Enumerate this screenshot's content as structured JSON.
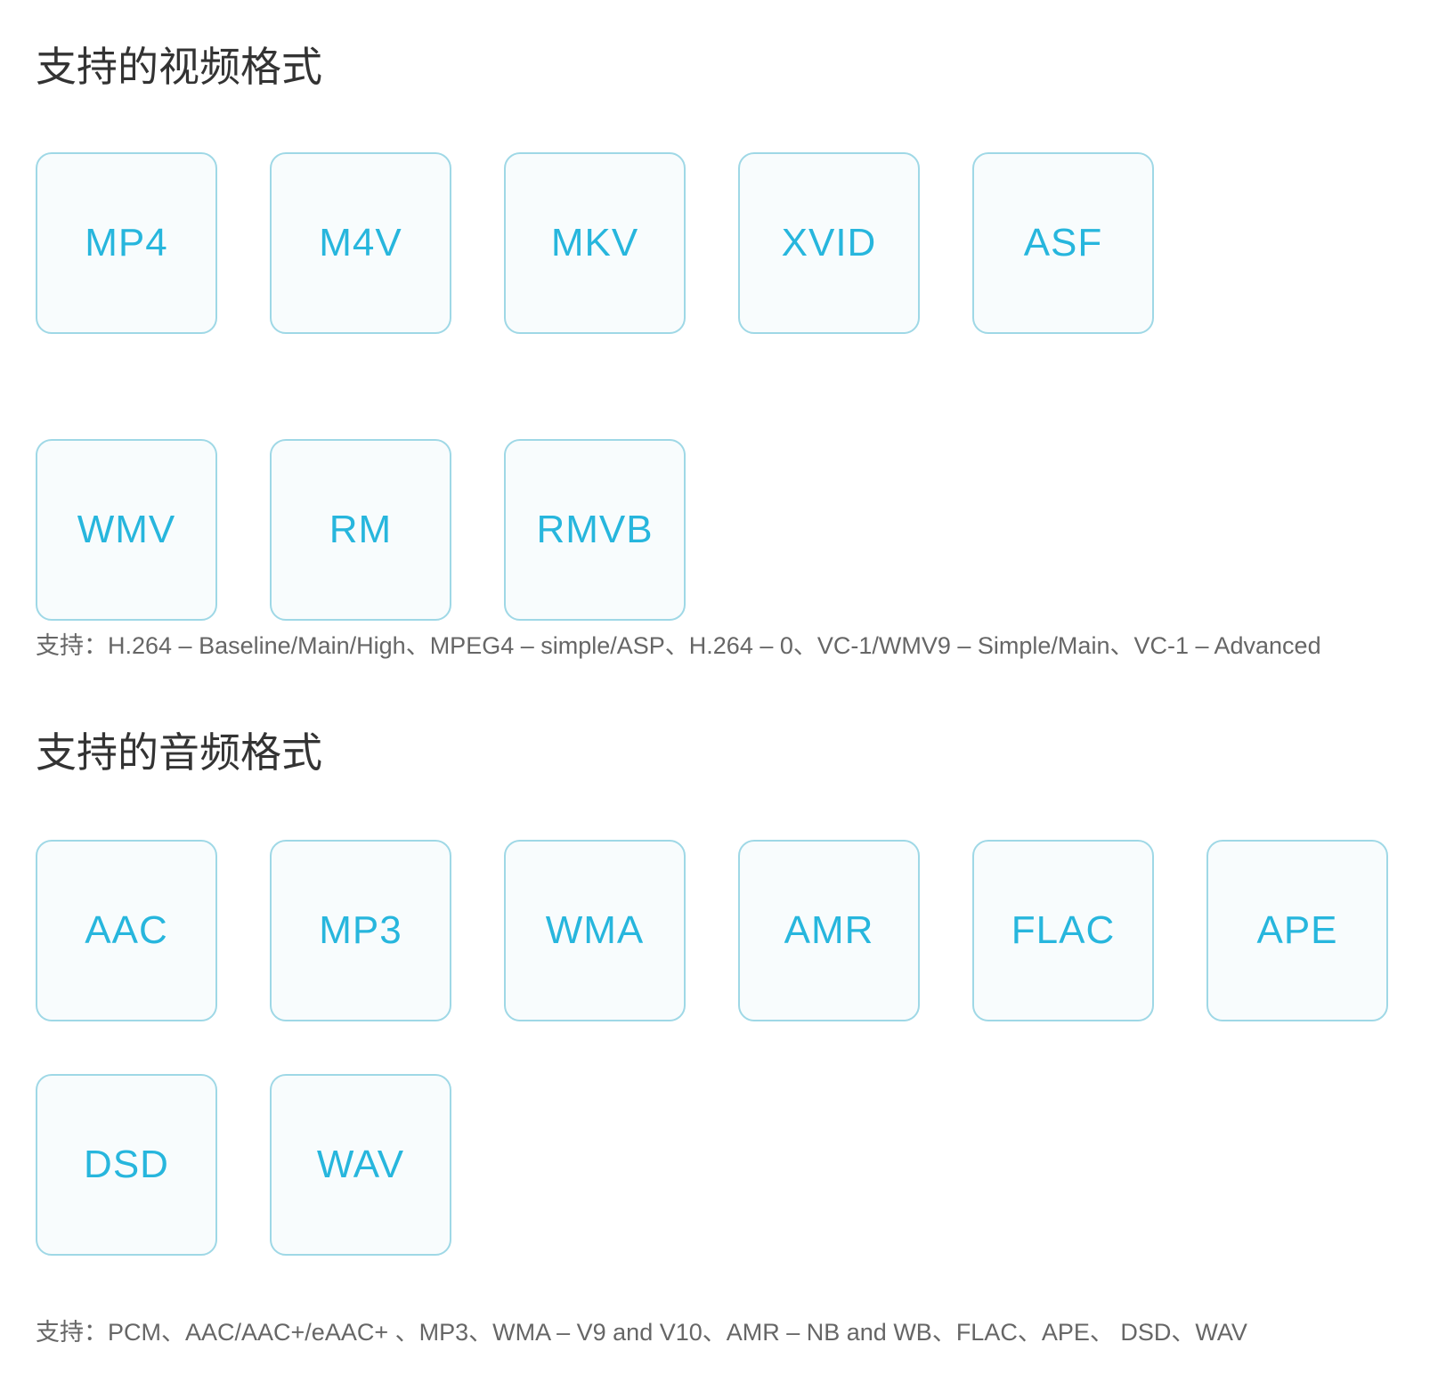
{
  "video": {
    "title": "支持的视频格式",
    "formats": [
      "MP4",
      "M4V",
      "MKV",
      "XVID",
      "ASF",
      "WMV",
      "RM",
      "RMVB"
    ],
    "note_prefix": "支持：",
    "note_text": "H.264 – Baseline/Main/High、MPEG4 – simple/ASP、H.264 – 0、VC-1/WMV9 – Simple/Main、VC-1 – Advanced"
  },
  "audio": {
    "title": "支持的音频格式",
    "formats": [
      "AAC",
      "MP3",
      "WMA",
      "AMR",
      "FLAC",
      "APE",
      "DSD",
      "WAV"
    ],
    "note_prefix": "支持：",
    "note_text": "PCM、AAC/AAC+/eAAC+ 、MP3、WMA – V9 and V10、AMR – NB and WB、FLAC、APE、 DSD、WAV"
  },
  "colors": {
    "accent": "#27b6dd",
    "box_border": "#9fd8e6",
    "box_background": "#f8fcfd",
    "title_text": "#333333",
    "note_text": "#666666"
  }
}
